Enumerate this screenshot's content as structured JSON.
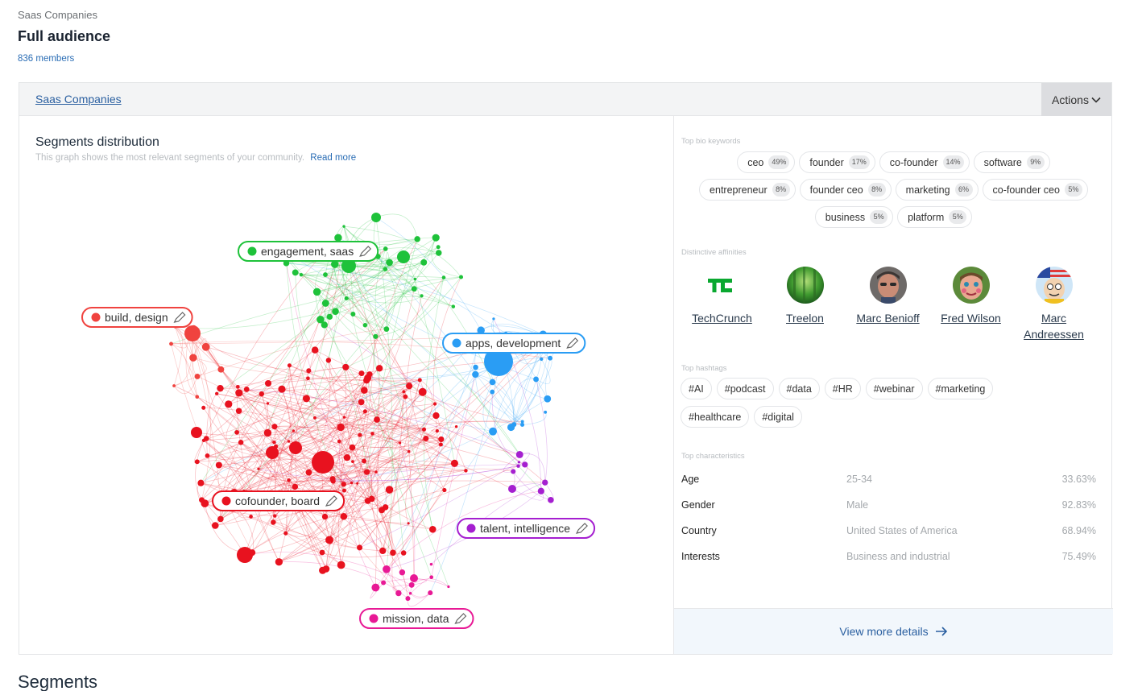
{
  "breadcrumb": "Saas Companies",
  "page_title": "Full audience",
  "members": "836 members",
  "panel": {
    "tab": "Saas Companies",
    "actions_label": "Actions"
  },
  "segments": {
    "title": "Segments distribution",
    "subtitle": "This graph shows the most relevant segments of your community.",
    "read_more": "Read more",
    "clusters": [
      {
        "label": "engagement, saas",
        "color": "#1ec23a"
      },
      {
        "label": "build, design",
        "color": "#f0433f"
      },
      {
        "label": "apps, development",
        "color": "#2a9df4"
      },
      {
        "label": "cofounder, board",
        "color": "#e8121f"
      },
      {
        "label": "talent, intelligence",
        "color": "#a51fd0"
      },
      {
        "label": "mission, data",
        "color": "#e81995"
      }
    ]
  },
  "bio_keywords": {
    "label": "Top bio keywords",
    "items": [
      {
        "word": "ceo",
        "pct": "49%"
      },
      {
        "word": "founder",
        "pct": "17%"
      },
      {
        "word": "co-founder",
        "pct": "14%"
      },
      {
        "word": "software",
        "pct": "9%"
      },
      {
        "word": "entrepreneur",
        "pct": "8%"
      },
      {
        "word": "founder ceo",
        "pct": "8%"
      },
      {
        "word": "marketing",
        "pct": "6%"
      },
      {
        "word": "co-founder ceo",
        "pct": "5%"
      },
      {
        "word": "business",
        "pct": "5%"
      },
      {
        "word": "platform",
        "pct": "5%"
      }
    ]
  },
  "affinities": {
    "label": "Distinctive affinities",
    "items": [
      {
        "name": "TechCrunch",
        "icon": "techcrunch-logo"
      },
      {
        "name": "Treelon",
        "icon": "forest-avatar"
      },
      {
        "name": "Marc Benioff",
        "icon": "person-avatar"
      },
      {
        "name": "Fred Wilson",
        "icon": "person-avatar"
      },
      {
        "name": "Marc Andreessen",
        "icon": "cartoon-avatar"
      }
    ]
  },
  "hashtags": {
    "label": "Top hashtags",
    "items": [
      "#AI",
      "#podcast",
      "#data",
      "#HR",
      "#webinar",
      "#marketing",
      "#healthcare",
      "#digital"
    ]
  },
  "characteristics": {
    "label": "Top characteristics",
    "rows": [
      {
        "key": "Age",
        "value": "25-34",
        "pct": "33.63%"
      },
      {
        "key": "Gender",
        "value": "Male",
        "pct": "92.83%"
      },
      {
        "key": "Country",
        "value": "United States of America",
        "pct": "68.94%"
      },
      {
        "key": "Interests",
        "value": "Business and industrial",
        "pct": "75.49%"
      }
    ]
  },
  "view_more": "View more details",
  "segments_heading": "Segments"
}
